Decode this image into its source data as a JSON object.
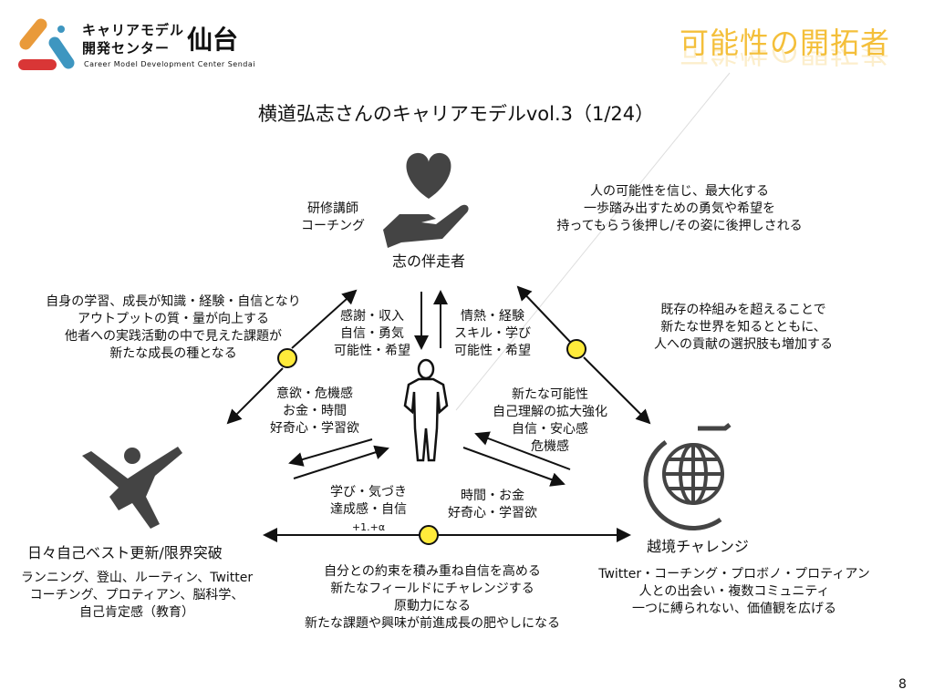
{
  "logo": {
    "line1": "キャリアモデル",
    "line2": "開発センター",
    "city": "仙台",
    "english": "Career Model Development Center Sendai"
  },
  "tagline": "可能性の開拓者",
  "title": "横道弘志さんのキャリアモデルvol.3（1/24）",
  "top_node": {
    "label": "志の伴走者",
    "roles": [
      "研修講師",
      "コーチング"
    ]
  },
  "left_node": {
    "label": "日々自己ベスト更新/限界突破",
    "details": [
      "ランニング、登山、ルーティン、Twitter",
      "コーチング、プロティアン、脳科学、",
      "自己肯定感（教育）"
    ]
  },
  "right_node": {
    "label": "越境チャレンジ",
    "details": [
      "Twitter・コーチング・プロボノ・プロティアン",
      "人との出会い・複数コミュニティ",
      "一つに縛られない、価値観を広げる"
    ]
  },
  "top_right_text": [
    "人の可能性を信じ、最大化する",
    "一歩踏み出すための勇気や希望を",
    "持ってもらう後押し/その姿に後押しされる"
  ],
  "left_edge_text": [
    "自身の学習、成長が知識・経験・自信となり",
    "アウトプットの質・量が向上する",
    "他者への実践活動の中で見えた課題が",
    "新たな成長の種となる"
  ],
  "right_edge_text": [
    "既存の枠組みを超えることで",
    "新たな世界を知るとともに、",
    "人への貢献の選択肢も増加する"
  ],
  "bottom_edge_text": [
    "自分との約束を積み重ね自信を高める",
    "新たなフィールドにチャレンジする",
    "原動力になる",
    "新たな課題や興味が前進成長の肥やしになる"
  ],
  "center": {
    "from_top": [
      "感謝・収入",
      "自信・勇気",
      "可能性・希望"
    ],
    "to_top": [
      "情熱・経験",
      "スキル・学び",
      "可能性・希望"
    ],
    "to_left": [
      "意欲・危機感",
      "お金・時間",
      "好奇心・学習欲"
    ],
    "from_left": [
      "学び・気づき",
      "達成感・自信"
    ],
    "from_left_extra": "+1.+α",
    "to_right": [
      "時間・お金",
      "好奇心・学習欲"
    ],
    "from_right": [
      "新たな可能性",
      "自己理解の拡大強化",
      "自信・安心感",
      "危機感"
    ]
  },
  "page_number": "8",
  "colors": {
    "accent": "#f4bf3a",
    "node": "#ffeb3b"
  }
}
